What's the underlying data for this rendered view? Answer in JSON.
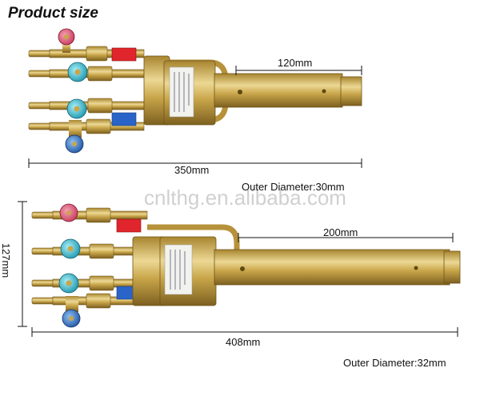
{
  "title": "Product size",
  "watermark": "cnlthg.en.alibaba.com",
  "top_torch": {
    "length_label": "120mm",
    "total_label": "350mm",
    "diameter_label": "Outer Diameter:30mm"
  },
  "bottom_torch": {
    "length_label": "200mm",
    "total_label": "408mm",
    "height_label": "127mm",
    "diameter_label": "Outer Diameter:32mm"
  },
  "colors": {
    "brass": "#c9a64a",
    "brass_dark": "#8e7026",
    "brass_light": "#ead58e",
    "red_valve": "#d94868",
    "cyan_valve": "#22b8c8",
    "blue_valve": "#1d6fc4",
    "red_band": "#e0252c",
    "blue_band": "#2a64c8"
  }
}
